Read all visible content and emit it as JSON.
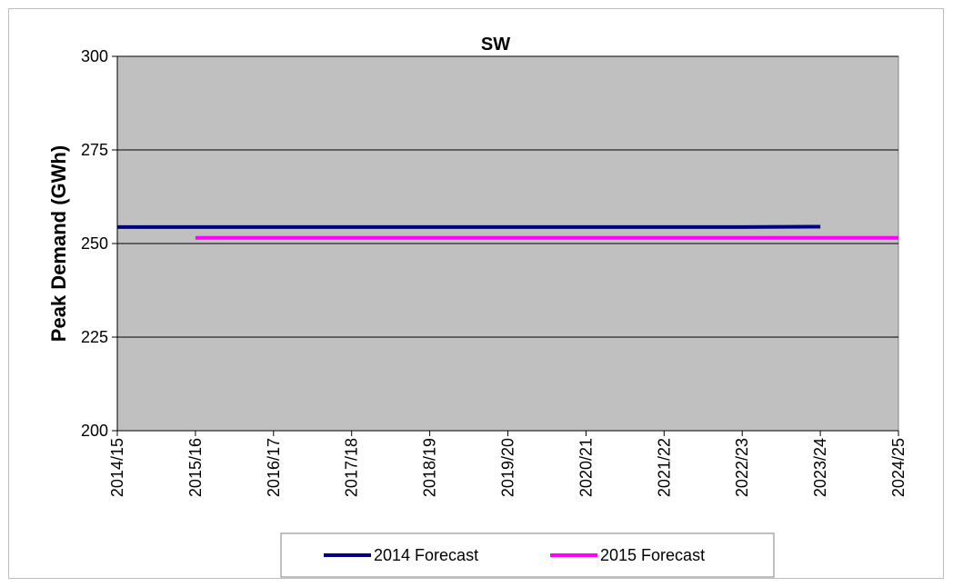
{
  "chart_data": {
    "type": "line",
    "title": "SW",
    "xlabel": "",
    "ylabel": "Peak Demand (GWh)",
    "ylim": [
      200,
      300
    ],
    "yticks": [
      "200",
      "225",
      "250",
      "275",
      "300"
    ],
    "categories": [
      "2014/15",
      "2015/16",
      "2016/17",
      "2017/18",
      "2018/19",
      "2019/20",
      "2020/21",
      "2021/22",
      "2022/23",
      "2023/24",
      "2024/25"
    ],
    "grid": "horizontal",
    "legend_position": "bottom",
    "plot_background": "#c0c0c0",
    "series": [
      {
        "name": "2014 Forecast",
        "color": "#000080",
        "values": [
          254.4,
          254.4,
          254.4,
          254.4,
          254.4,
          254.4,
          254.4,
          254.4,
          254.4,
          254.5,
          null
        ]
      },
      {
        "name": "2015 Forecast",
        "color": "#ff00ff",
        "values": [
          null,
          251.5,
          251.5,
          251.5,
          251.5,
          251.5,
          251.5,
          251.5,
          251.5,
          251.5,
          251.5
        ]
      }
    ]
  }
}
